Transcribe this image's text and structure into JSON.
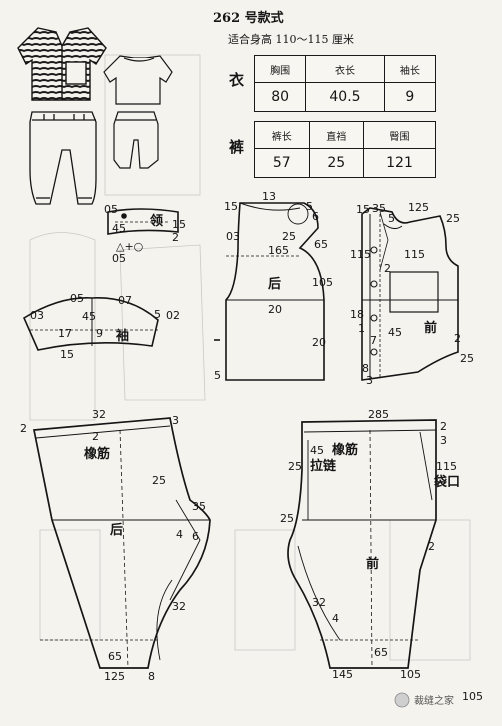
{
  "header": {
    "title": "262 号款式",
    "subtitle": "适合身高 110～115 厘米"
  },
  "table_top": {
    "row_label": "衣",
    "headers": [
      "胸围",
      "衣长",
      "袖长"
    ],
    "values": [
      "80",
      "40.5",
      "9"
    ]
  },
  "table_bottom": {
    "row_label": "裤",
    "headers": [
      "裤长",
      "直裆",
      "臀围"
    ],
    "values": [
      "57",
      "25",
      "121"
    ]
  },
  "labels": {
    "collar": "领",
    "sleeve": "袖",
    "back": "后",
    "front": "前",
    "elastic": "橡筋",
    "zipper": "拉链",
    "pocket_opening": "袋口",
    "collar_mark": "△+○",
    "pants_back": "后",
    "pants_front": "前"
  },
  "dims": {
    "collar": [
      "05",
      "45",
      "15",
      "2",
      "05"
    ],
    "sleeve": [
      "05",
      "07",
      "03",
      "5",
      "45",
      "02",
      "17",
      "9",
      "15"
    ],
    "back_bodice": [
      "15",
      "13",
      "5",
      "6",
      "03",
      "25",
      "165",
      "65",
      "105",
      "20",
      "5",
      "20"
    ],
    "front_bodice": [
      "15",
      "35",
      "125",
      "5",
      "25",
      "115",
      "115",
      "2",
      "18",
      "1",
      "45",
      "7",
      "2",
      "8",
      "25",
      "3"
    ],
    "pants_back": [
      "32",
      "2",
      "3",
      "2",
      "25",
      "35",
      "4",
      "6",
      "32",
      "65",
      "125",
      "8"
    ],
    "pants_front": [
      "285",
      "2",
      "3",
      "25",
      "45",
      "115",
      "25",
      "2",
      "32",
      "4",
      "65",
      "145",
      "105"
    ]
  },
  "page_number": "105",
  "watermark": "裁缝之家",
  "colors": {
    "paper": "#f4f3ee",
    "ink": "#161616"
  }
}
